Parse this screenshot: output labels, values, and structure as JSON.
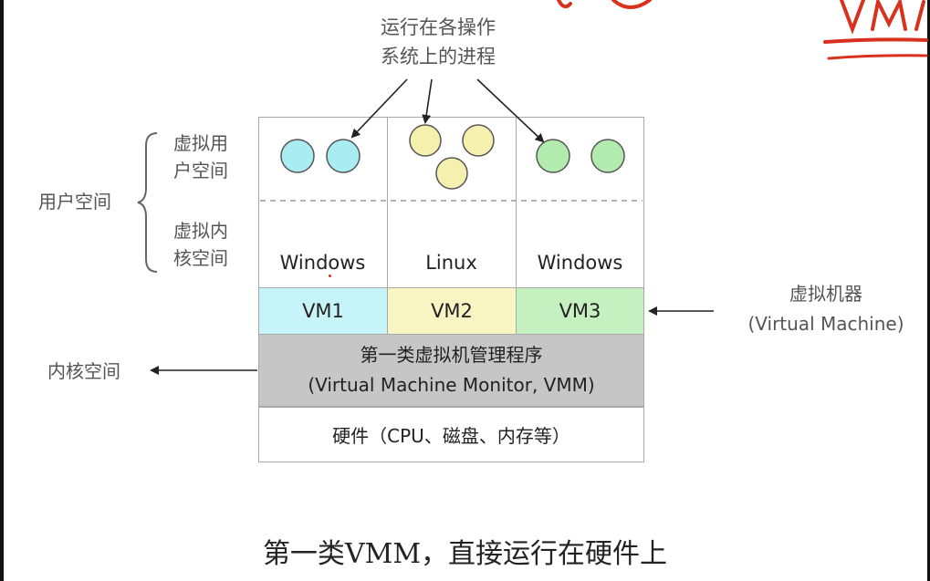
{
  "top_label": {
    "line1": "运行在各操作",
    "line2": "系统上的进程"
  },
  "left_labels": {
    "virtual_user_space": {
      "line1": "虚拟用",
      "line2": "户空间"
    },
    "virtual_kernel_space": {
      "line1": "虚拟内",
      "line2": "核空间"
    },
    "user_space": "用户空间",
    "kernel_space": "内核空间"
  },
  "columns": [
    {
      "os": "Windows",
      "vm": "VM1",
      "vm_color": "#c7f4f8",
      "process_color": "#a9ecf2"
    },
    {
      "os": "Linux",
      "vm": "VM2",
      "vm_color": "#f8f5c2",
      "process_color": "#f6f0ae"
    },
    {
      "os": "Windows",
      "vm": "VM3",
      "vm_color": "#c5f1c0",
      "process_color": "#b2ebae"
    }
  ],
  "vmm": {
    "line1": "第一类虚拟机管理程序",
    "line2": "(Virtual Machine Monitor, VMM)"
  },
  "hardware": "硬件（CPU、磁盘、内存等）",
  "vm_label": {
    "line1": "虚拟机器",
    "line2": "(Virtual Machine)"
  },
  "caption": "第一类VMM，直接运行在硬件上",
  "colors": {
    "vmm_band": "#c6c6c6",
    "border": "#a9a9a9",
    "annotation_red": "#d8321f"
  }
}
